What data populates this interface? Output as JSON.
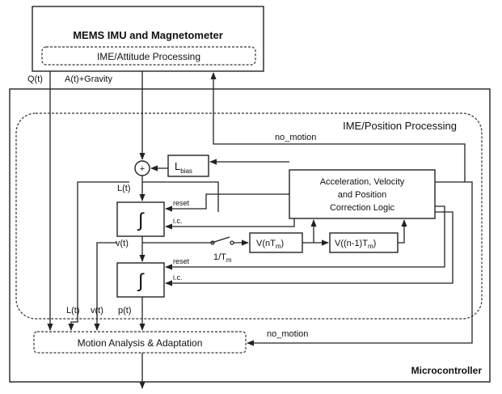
{
  "boxes": {
    "imu": "MEMS IMU and Magnetometer",
    "attitude": "IME/Attitude Processing",
    "position": "IME/Position Processing",
    "bias": "L",
    "bias_sub": "bias",
    "correction": [
      "Acceleration, Velocity",
      "and Position",
      "Correction Logic"
    ],
    "v_nt": "V(nT",
    "v_nt_sub": "m",
    "v_nt_close": ")",
    "v_n1t": "V((n-1)T",
    "v_n1t_sub": "m",
    "v_n1t_close": ")",
    "motion": "Motion Analysis & Adaptation",
    "micro": "Microcontroller"
  },
  "signals": {
    "q": "Q(t)",
    "a": "A(t)+Gravity",
    "l": "L(t)",
    "v": "v(t)",
    "p": "p(t)",
    "no_motion_top": "no_motion",
    "no_motion_bottom": "no_motion",
    "reset1": "reset",
    "ic1": "i.c.",
    "reset2": "reset",
    "ic2": "i.c.",
    "switch": "1/T",
    "switch_sub": "m",
    "plus": "+",
    "integral": "∫"
  }
}
